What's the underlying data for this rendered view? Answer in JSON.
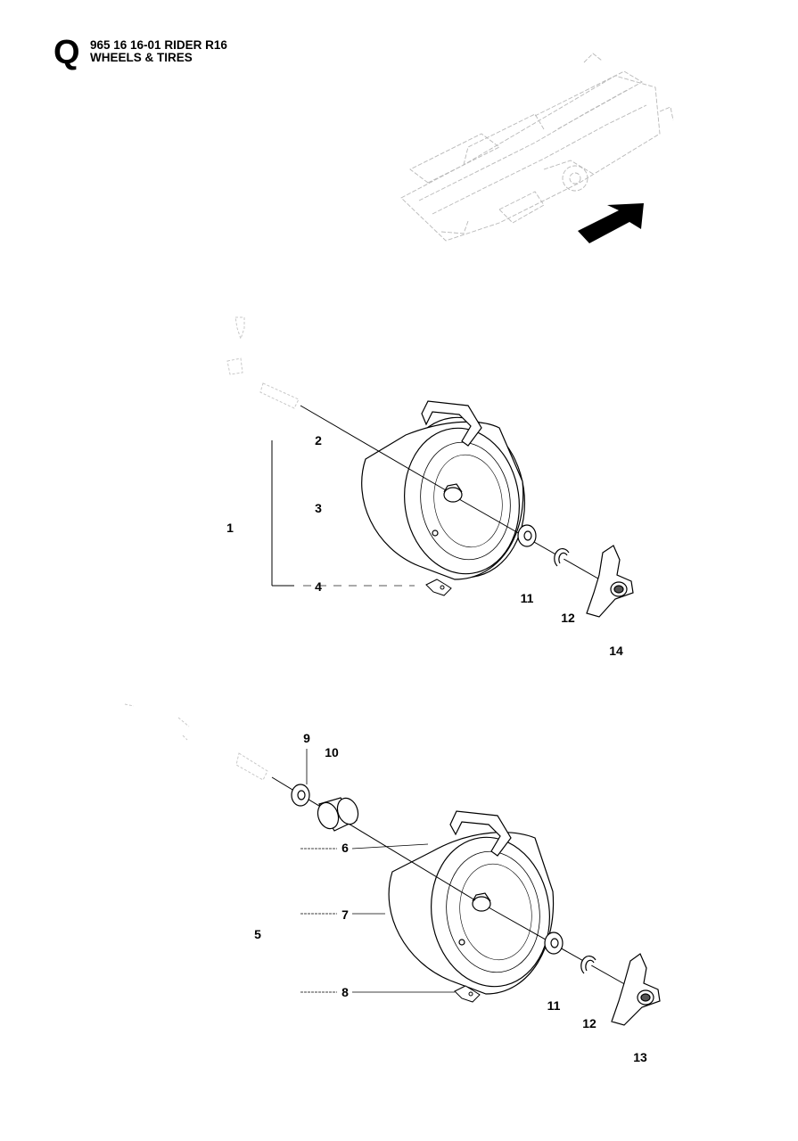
{
  "header": {
    "section_letter": "Q",
    "part_line": "965 16 16-01 RIDER R16",
    "title": "WHEELS & TIRES"
  },
  "callouts_top": {
    "c1": "1",
    "c2": "2",
    "c3": "3",
    "c4": "4",
    "c11": "11",
    "c12": "12",
    "c14": "14"
  },
  "callouts_bottom": {
    "c5": "5",
    "c6": "6",
    "c7": "7",
    "c8": "8",
    "c9": "9",
    "c10": "10",
    "c11": "11",
    "c12": "12",
    "c13": "13"
  }
}
